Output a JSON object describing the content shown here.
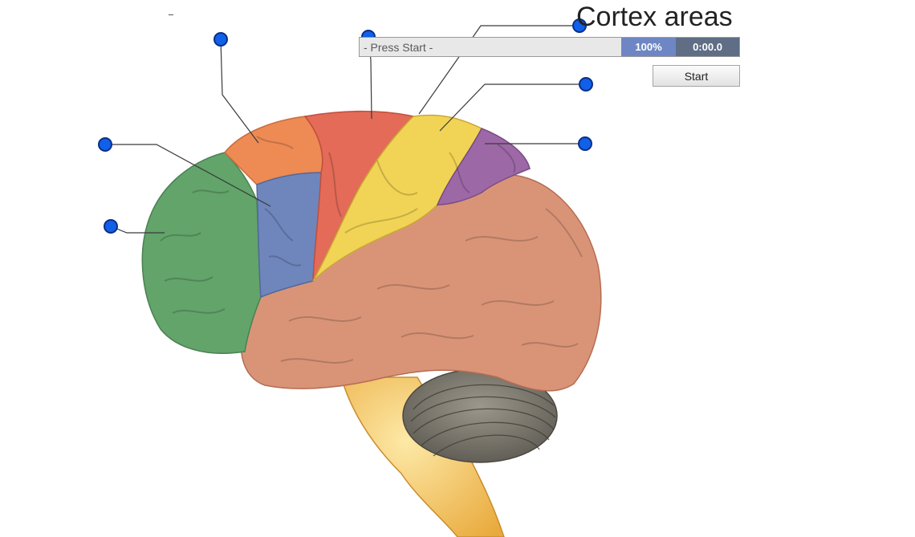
{
  "title": "Cortex areas",
  "status_text": "- Press Start -",
  "score_text": "100%",
  "timer_text": "0:00.0",
  "start_label": "Start",
  "colors": {
    "frontal_green": "#62a46a",
    "premotor_blue": "#6f86bd",
    "motor_red": "#e36b58",
    "prefrontal_orange": "#ee8a54",
    "sensory_yellow": "#f1d455",
    "parietal_purple": "#9d68a6",
    "temporal_occipital": "#d99478",
    "cerebellum_gray": "#77746b",
    "brainstem_gold": "#f4c25a",
    "marker_blue": "#1060e8"
  }
}
